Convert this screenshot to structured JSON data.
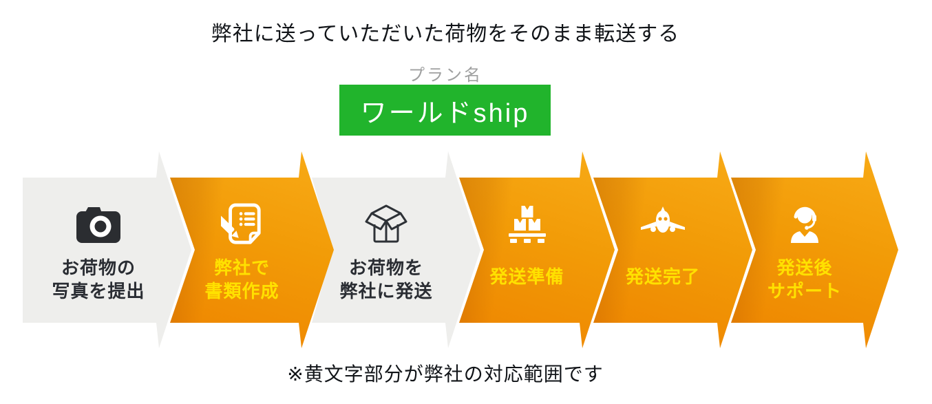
{
  "header": {
    "title": "弊社に送っていただいた荷物をそのまま転送する",
    "plan_label": "プラン名",
    "plan_name": "ワールドship"
  },
  "steps": [
    {
      "line1": "お荷物の",
      "line2": "写真を提出",
      "icon": "camera-icon",
      "variant": "gray",
      "text_color": "dark"
    },
    {
      "line1": "弊社で",
      "line2": "書類作成",
      "icon": "document-pencil-icon",
      "variant": "orange",
      "text_color": "yellow"
    },
    {
      "line1": "お荷物を",
      "line2": "弊社に発送",
      "icon": "open-box-icon",
      "variant": "gray",
      "text_color": "dark"
    },
    {
      "line1": "発送準備",
      "line2": "",
      "icon": "pallet-boxes-icon",
      "variant": "orange",
      "text_color": "yellow"
    },
    {
      "line1": "発送完了",
      "line2": "",
      "icon": "airplane-icon",
      "variant": "orange",
      "text_color": "yellow"
    },
    {
      "line1": "発送後",
      "line2": "サポート",
      "icon": "headset-person-icon",
      "variant": "orange",
      "text_color": "yellow"
    }
  ],
  "footnote": "※黄文字部分が弊社の対応範囲です",
  "colors": {
    "plan_badge_green": "#21B42C",
    "orange_gradient_top": "#F8AB17",
    "orange_gradient_bottom": "#EE8400",
    "gray_step": "#EEEEEC",
    "yellow_step_text": "#FFE100",
    "dark_step_text": "#2A2D33",
    "plan_label_gray": "#9FA0A0",
    "icon_white": "#FFFFFF",
    "icon_dark": "#2B2D31"
  }
}
